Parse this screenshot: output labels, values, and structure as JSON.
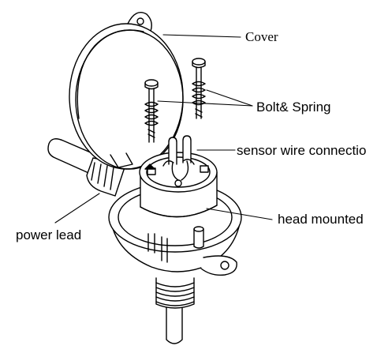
{
  "labels": {
    "cover": "Cover",
    "bolt_spring": "Bolt& Spring",
    "sensor_wire": "sensor wire connectio",
    "head_mounted": "head mounted",
    "power_lead": "power lead"
  }
}
